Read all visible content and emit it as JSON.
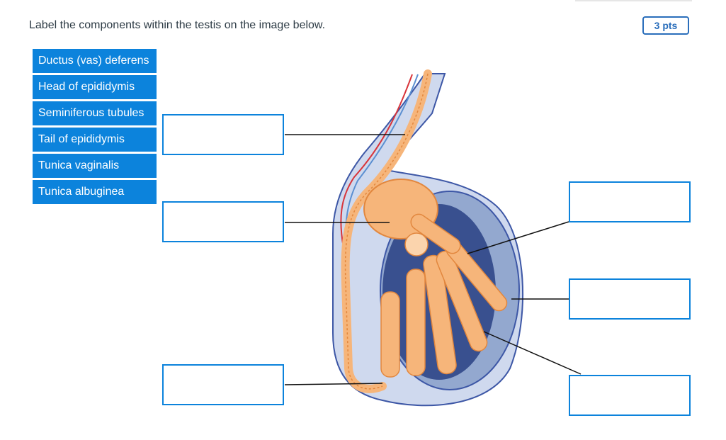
{
  "question": {
    "text": "Label the components within the testis on the image below.",
    "points": "3 pts"
  },
  "word_bank": [
    "Ductus (vas) deferens",
    "Head of epididymis",
    "Seminiferous tubules",
    "Tail of epididymis",
    "Tunica vaginalis",
    "Tunica albuginea"
  ],
  "drop_zones": [
    {
      "id": "left-1",
      "value": ""
    },
    {
      "id": "left-2",
      "value": ""
    },
    {
      "id": "left-3",
      "value": ""
    },
    {
      "id": "right-1",
      "value": ""
    },
    {
      "id": "right-2",
      "value": ""
    },
    {
      "id": "right-3",
      "value": ""
    }
  ],
  "colors": {
    "chip_bg": "#0c83dc",
    "badge": "#2a6ebb",
    "tubule_orange": "#f6b57a",
    "tunica_blue": "#93a8cf"
  }
}
